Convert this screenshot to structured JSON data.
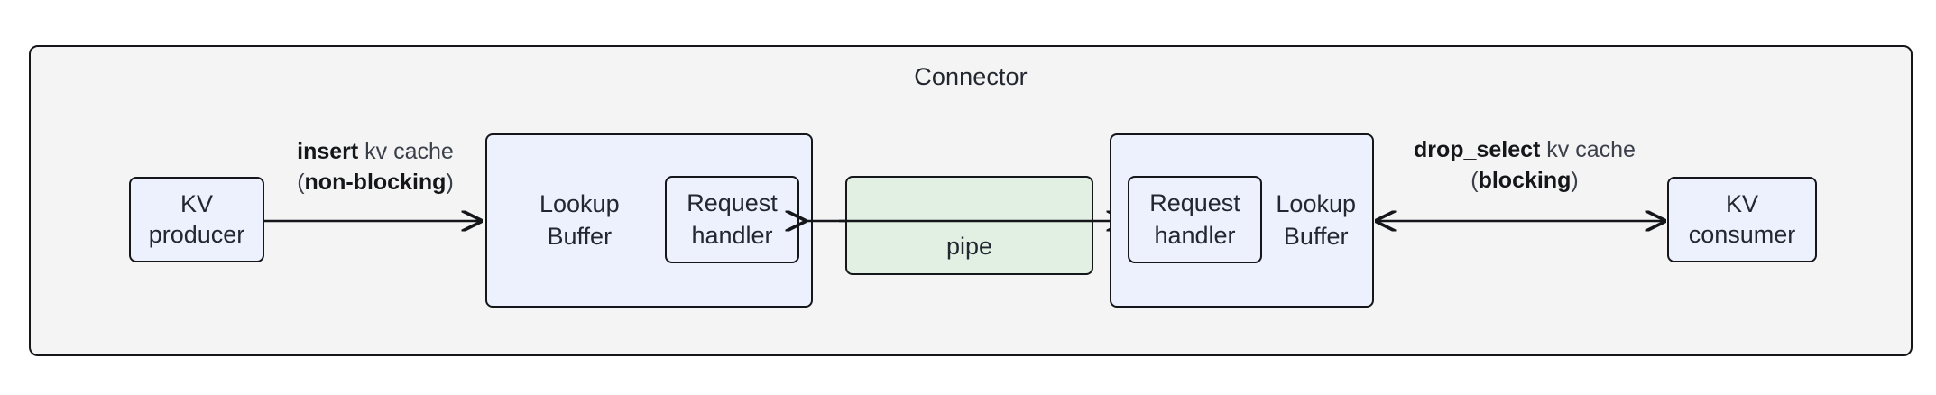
{
  "diagram": {
    "title": "Connector",
    "container_bg": "#f4f4f4",
    "stroke": "#14161a",
    "node_fill_blue": "#edf1fd",
    "node_fill_green": "#e2f0e4"
  },
  "nodes": {
    "kv_producer": "KV\nproducer",
    "kv_producer_line1": "KV",
    "kv_producer_line2": "producer",
    "kv_consumer_line1": "KV",
    "kv_consumer_line2": "consumer",
    "lookup_buffer_left_line1": "Lookup",
    "lookup_buffer_left_line2": "Buffer",
    "lookup_buffer_right_line1": "Lookup",
    "lookup_buffer_right_line2": "Buffer",
    "request_handler_left_line1": "Request",
    "request_handler_left_line2": "handler",
    "request_handler_right_line1": "Request",
    "request_handler_right_line2": "handler",
    "pipe": "pipe"
  },
  "edges": {
    "insert": {
      "bold_prefix": "insert",
      "rest": " kv cache",
      "paren_open": "(",
      "bold_mode": "non-blocking",
      "paren_close": ")",
      "direction": "right"
    },
    "drop_select": {
      "bold_prefix": "drop_select",
      "rest": " kv cache",
      "paren_open": "(",
      "bold_mode": "blocking",
      "paren_close": ")",
      "direction": "both"
    }
  }
}
